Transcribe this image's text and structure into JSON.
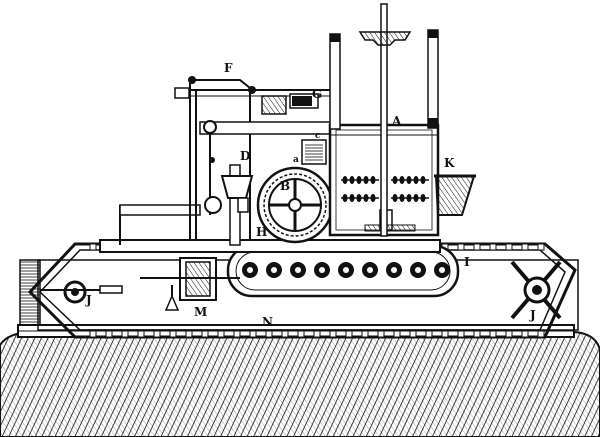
{
  "labels": {
    "A": "A",
    "a": "a",
    "B": "B",
    "c": "c",
    "D": "D",
    "F": "F",
    "G": "G",
    "H": "H",
    "I": "I",
    "J_left": "J",
    "J_right": "J",
    "K": "K",
    "M": "M",
    "N": "N"
  },
  "colors": {
    "ink": "#111111",
    "paper": "#ffffff"
  }
}
